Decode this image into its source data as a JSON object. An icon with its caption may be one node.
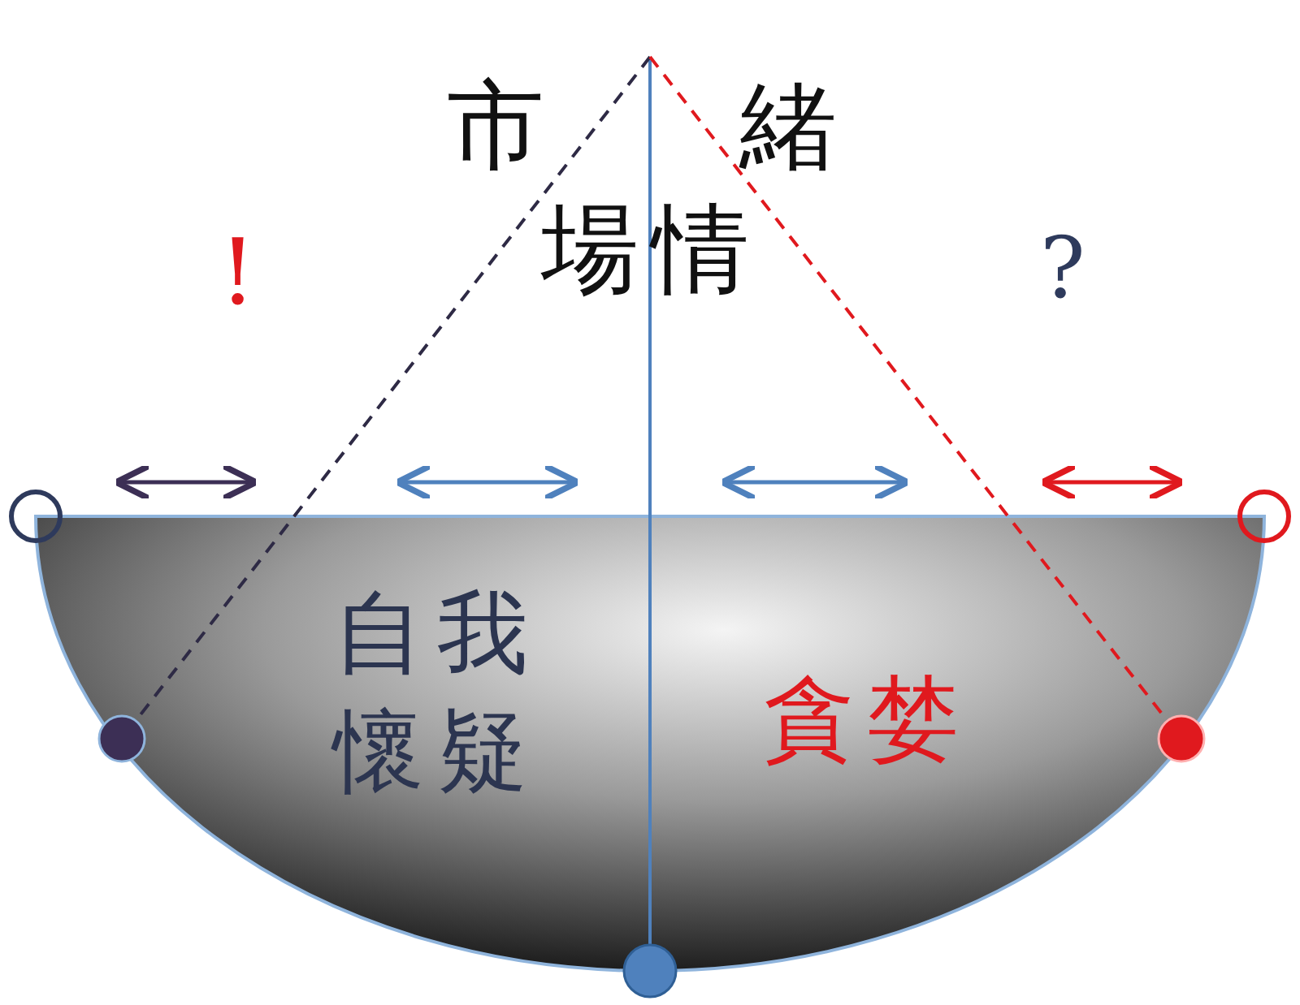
{
  "diagram": {
    "labels": [
      "市",
      "緒",
      "場情",
      "!",
      "?",
      "自我懷疑",
      "貪婪"
    ]
  }
}
